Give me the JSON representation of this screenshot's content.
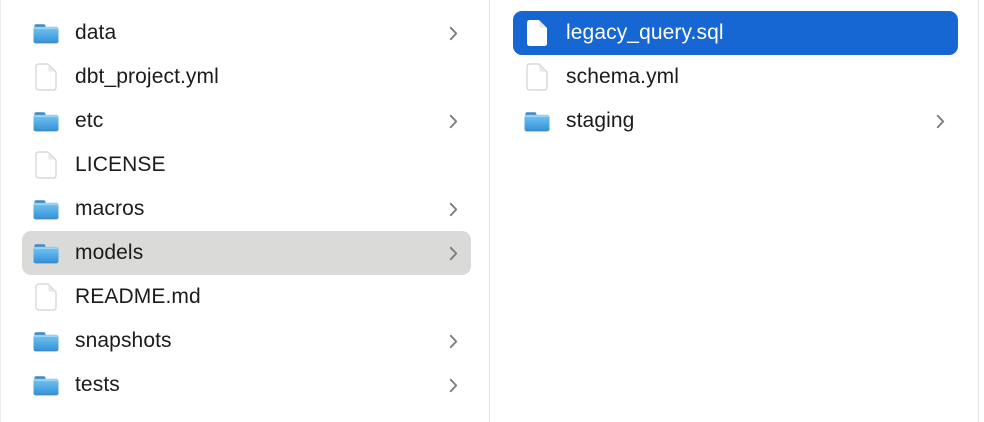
{
  "app": "finder-column-view",
  "colors": {
    "selection_primary": "#1666d4",
    "selection_secondary": "#dadad8",
    "text": "#1b1b1d",
    "text_selected": "#ffffff",
    "chevron": "#7e7e7e",
    "divider": "#e2e2e2",
    "folder_blue": "#4fa8e4",
    "file_fill": "#ffffff"
  },
  "columns": [
    {
      "name": "parent-folder-contents",
      "items": [
        {
          "label": "data",
          "type": "folder",
          "chevron": true,
          "selected": "none"
        },
        {
          "label": "dbt_project.yml",
          "type": "file",
          "chevron": false,
          "selected": "none"
        },
        {
          "label": "etc",
          "type": "folder",
          "chevron": true,
          "selected": "none"
        },
        {
          "label": "LICENSE",
          "type": "file",
          "chevron": false,
          "selected": "none"
        },
        {
          "label": "macros",
          "type": "folder",
          "chevron": true,
          "selected": "none"
        },
        {
          "label": "models",
          "type": "folder",
          "chevron": true,
          "selected": "secondary"
        },
        {
          "label": "README.md",
          "type": "file",
          "chevron": false,
          "selected": "none"
        },
        {
          "label": "snapshots",
          "type": "folder",
          "chevron": true,
          "selected": "none"
        },
        {
          "label": "tests",
          "type": "folder",
          "chevron": true,
          "selected": "none"
        }
      ]
    },
    {
      "name": "models-folder-contents",
      "items": [
        {
          "label": "legacy_query.sql",
          "type": "file",
          "chevron": false,
          "selected": "primary"
        },
        {
          "label": "schema.yml",
          "type": "file",
          "chevron": false,
          "selected": "none"
        },
        {
          "label": "staging",
          "type": "folder",
          "chevron": true,
          "selected": "none"
        }
      ]
    }
  ]
}
